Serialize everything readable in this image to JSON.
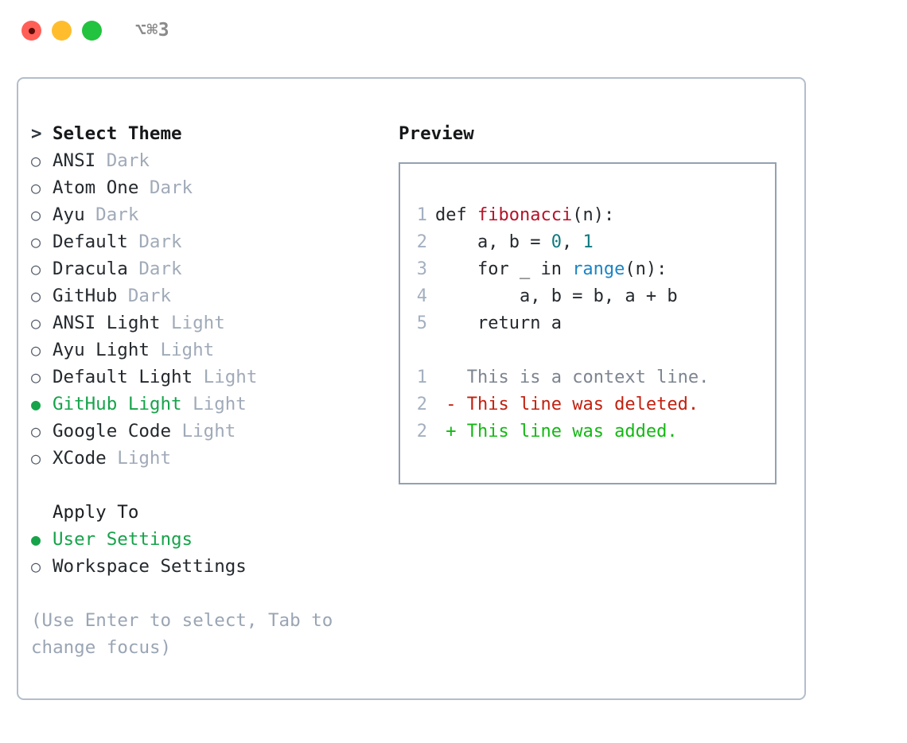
{
  "window": {
    "shortcut": "⌥⌘3",
    "traffic_lights": [
      "close-button",
      "minimize-button",
      "maximize-button"
    ],
    "colors": {
      "close": "#ff5f57",
      "minimize": "#ffbd2e",
      "maximize": "#22c33e",
      "accent_green": "#16a34a",
      "muted": "#a0aab8",
      "border": "#b4bdcb"
    }
  },
  "theme_list": {
    "header": "Select Theme",
    "header_prefix": "> ",
    "marker_selected": "●",
    "marker_unselected": "○",
    "items": [
      {
        "name": "ANSI",
        "variant": "Dark",
        "selected": false
      },
      {
        "name": "Atom One",
        "variant": "Dark",
        "selected": false
      },
      {
        "name": "Ayu",
        "variant": "Dark",
        "selected": false
      },
      {
        "name": "Default",
        "variant": "Dark",
        "selected": false
      },
      {
        "name": "Dracula",
        "variant": "Dark",
        "selected": false
      },
      {
        "name": "GitHub",
        "variant": "Dark",
        "selected": false
      },
      {
        "name": "ANSI Light",
        "variant": "Light",
        "selected": false
      },
      {
        "name": "Ayu Light",
        "variant": "Light",
        "selected": false
      },
      {
        "name": "Default Light",
        "variant": "Light",
        "selected": false
      },
      {
        "name": "GitHub Light",
        "variant": "Light",
        "selected": true
      },
      {
        "name": "Google Code",
        "variant": "Light",
        "selected": false
      },
      {
        "name": "XCode",
        "variant": "Light",
        "selected": false
      }
    ]
  },
  "apply_to": {
    "header": "Apply To",
    "items": [
      {
        "name": "User Settings",
        "selected": true
      },
      {
        "name": "Workspace Settings",
        "selected": false
      }
    ]
  },
  "help_text": "(Use Enter to select, Tab to\nchange focus)",
  "preview": {
    "title": "Preview",
    "code_lines": [
      {
        "no": "1",
        "segments": [
          {
            "text": "def ",
            "kind": "kw"
          },
          {
            "text": "fibonacci",
            "kind": "fn"
          },
          {
            "text": "(n):",
            "kind": "code"
          }
        ]
      },
      {
        "no": "2",
        "segments": [
          {
            "text": "    a, b = ",
            "kind": "code"
          },
          {
            "text": "0",
            "kind": "num"
          },
          {
            "text": ", ",
            "kind": "code"
          },
          {
            "text": "1",
            "kind": "num"
          }
        ]
      },
      {
        "no": "3",
        "segments": [
          {
            "text": "    for _ in ",
            "kind": "code"
          },
          {
            "text": "range",
            "kind": "call"
          },
          {
            "text": "(n):",
            "kind": "code"
          }
        ]
      },
      {
        "no": "4",
        "segments": [
          {
            "text": "        a, b = b, a + b",
            "kind": "code"
          }
        ]
      },
      {
        "no": "5",
        "segments": [
          {
            "text": "    return a",
            "kind": "code"
          }
        ]
      }
    ],
    "diff_lines": [
      {
        "no": "1",
        "prefix": "  ",
        "text": "This is a context line.",
        "kind": "ctx"
      },
      {
        "no": "2",
        "prefix": "- ",
        "text": "This line was deleted.",
        "kind": "del"
      },
      {
        "no": "2",
        "prefix": "+ ",
        "text": "This line was added.",
        "kind": "add"
      }
    ]
  }
}
